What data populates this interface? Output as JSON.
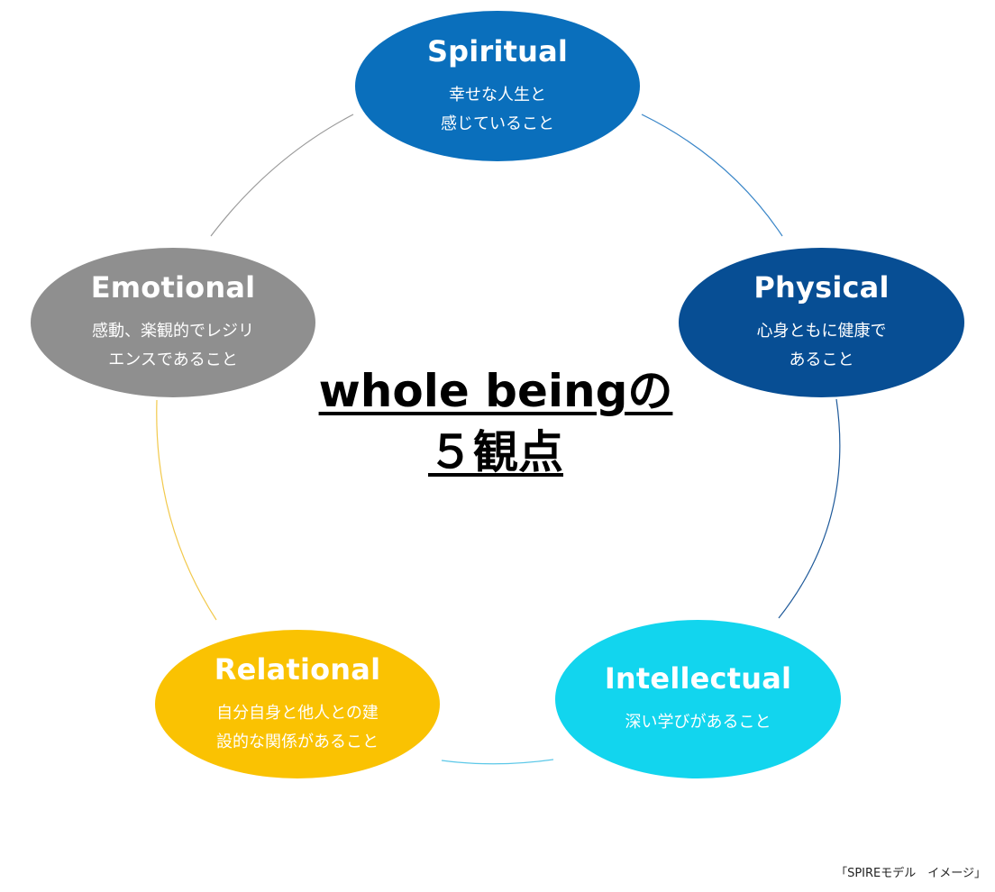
{
  "diagram": {
    "center": {
      "line1": "whole beingの",
      "line2": "５観点"
    },
    "nodes": [
      {
        "id": "spiritual",
        "title": "Spiritual",
        "description": "幸せな人生と\n感じていること",
        "color": "#0A6FBC"
      },
      {
        "id": "physical",
        "title": "Physical",
        "description": "心身ともに健康で\nあること",
        "color": "#074E94"
      },
      {
        "id": "intellectual",
        "title": "Intellectual",
        "description": "深い学びがあること",
        "color": "#12D5EE"
      },
      {
        "id": "relational",
        "title": "Relational",
        "description": "自分自身と他人との建\n設的な関係があること",
        "color": "#FAC202"
      },
      {
        "id": "emotional",
        "title": "Emotional",
        "description": "感動、楽観的でレジリ\nエンスであること",
        "color": "#8F8F8F"
      }
    ],
    "connector_colors": {
      "spiritual_physical": "#3A86C8",
      "physical_intellectual": "#1F5A9A",
      "intellectual_relational": "#5CC8E8",
      "relational_emotional": "#F2C94C",
      "emotional_spiritual": "#9A9A9A"
    }
  },
  "caption": "「SPIREモデル　イメージ」"
}
